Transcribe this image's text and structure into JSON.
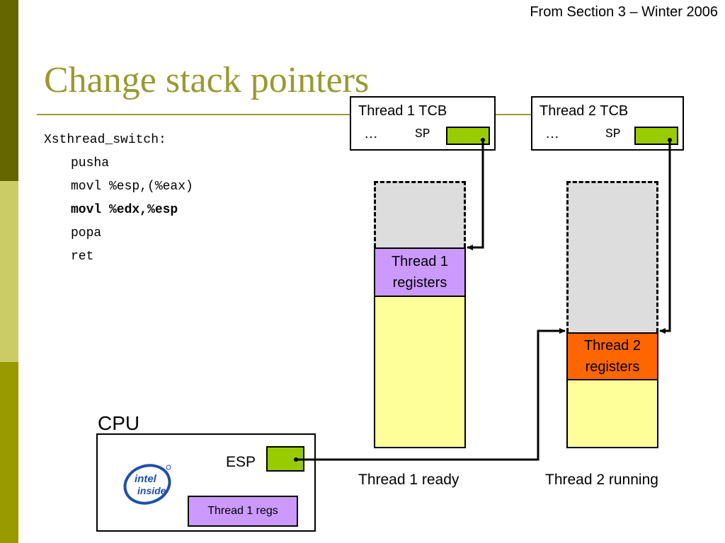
{
  "header": {
    "source": "From Section 3 – Winter 2006"
  },
  "slide": {
    "title": "Change stack pointers"
  },
  "code": {
    "label": "Xsthread_switch:",
    "lines": [
      "pusha",
      "movl %esp,(%eax)",
      "movl %edx,%esp",
      "popa",
      "ret"
    ]
  },
  "tcb1": {
    "title": "Thread 1 TCB",
    "dots": "…",
    "sp": "SP"
  },
  "tcb2": {
    "title": "Thread 2 TCB",
    "dots": "…",
    "sp": "SP"
  },
  "stack1": {
    "regs_line1": "Thread 1",
    "regs_line2": "registers",
    "caption": "Thread 1 ready"
  },
  "stack2": {
    "regs_line1": "Thread 2",
    "regs_line2": "registers",
    "caption": "Thread 2 running"
  },
  "cpu": {
    "label": "CPU",
    "esp": "ESP",
    "regs": "Thread 1 regs",
    "logo_line1": "intel",
    "logo_line2": "inside"
  },
  "colors": {
    "accent_dark": "#666600",
    "accent_light": "#cccc66",
    "accent_mid": "#999900",
    "title": "#999933",
    "pointer": "#99cc00",
    "thread1_regs": "#cc99ff",
    "thread2_regs": "#ff6600",
    "stack": "#ffff99",
    "free_stack": "#dddddd"
  }
}
